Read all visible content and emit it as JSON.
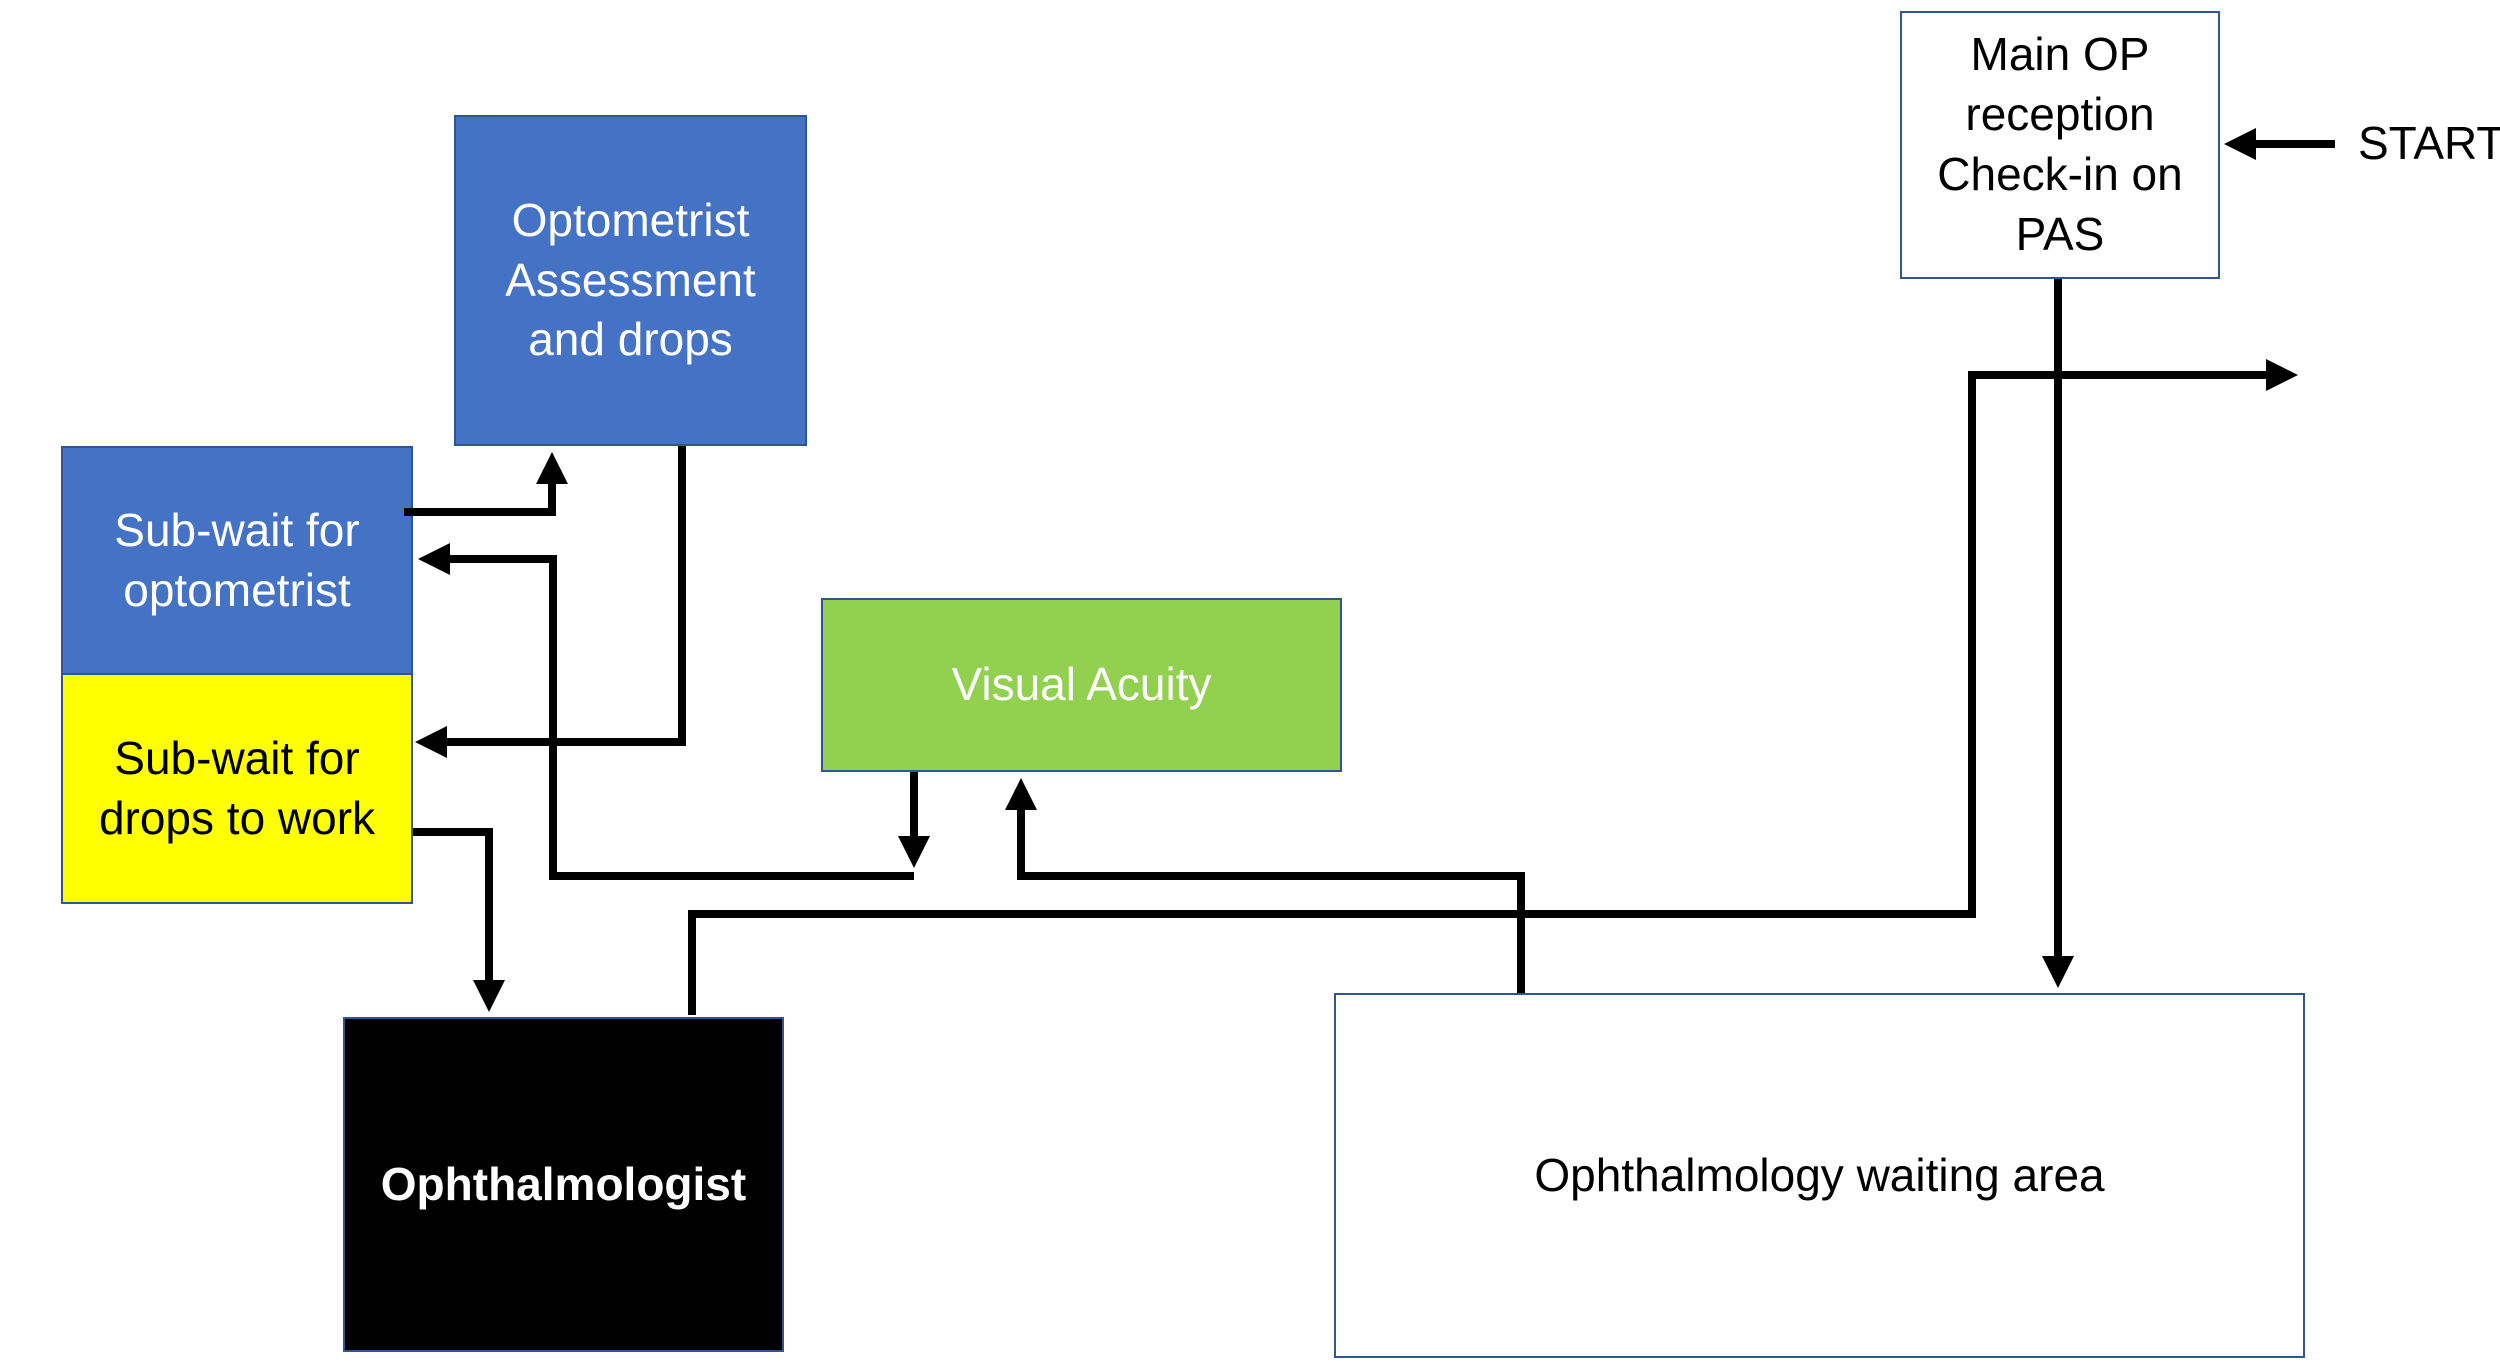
{
  "diagram": {
    "nodes": {
      "optometrist": {
        "label": "Optometrist\nAssessment\nand drops",
        "color": "#4472c4"
      },
      "subwait_optometrist": {
        "label": "Sub-wait for\noptometrist",
        "color": "#4472c4"
      },
      "subwait_drops": {
        "label": "Sub-wait for\ndrops to work",
        "color": "#ffff00"
      },
      "visual_acuity": {
        "label": "Visual Acuity",
        "color": "#92d050"
      },
      "ophthalmologist": {
        "label": "Ophthalmologist",
        "color": "#000000"
      },
      "waiting_area": {
        "label": "Ophthalmology waiting area",
        "color": "#ffffff"
      },
      "main_op": {
        "label": "Main OP\nreception\nCheck-in on\nPAS",
        "color": "#ffffff"
      }
    },
    "start_label": "START",
    "edges": [
      {
        "from": "start",
        "to": "main_op"
      },
      {
        "from": "main_op",
        "to": "waiting_area"
      },
      {
        "from": "ophthalmologist",
        "to": "exit"
      },
      {
        "from": "waiting_area",
        "to": "visual_acuity"
      },
      {
        "from": "visual_acuity",
        "to": "subwait_optometrist"
      },
      {
        "from": "subwait_optometrist",
        "to": "optometrist"
      },
      {
        "from": "optometrist",
        "to": "subwait_drops"
      },
      {
        "from": "subwait_drops",
        "to": "ophthalmologist"
      }
    ]
  }
}
